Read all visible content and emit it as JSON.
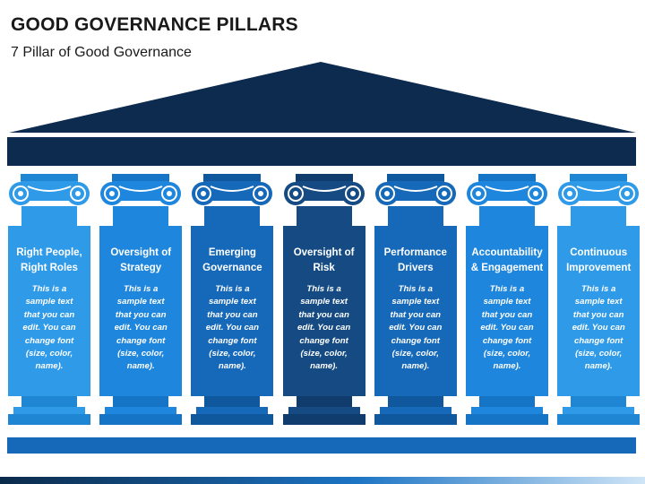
{
  "header": {
    "title": "GOOD GOVERNANCE PILLARS",
    "subtitle": "7 Pillar of Good Governance"
  },
  "colors": {
    "roof": "#0d2b4e",
    "floor": "#1668b8",
    "text_dark": "#1a1a1a"
  },
  "pillars": [
    {
      "title": "Right People, Right Roles",
      "text": "This is a sample text that you can edit. You can change font (size, color, name).",
      "color": "#2f9ae8",
      "color_dark": "#1f86d4"
    },
    {
      "title": "Oversight of Strategy",
      "text": "This is a sample text that you can edit. You can change font (size, color, name).",
      "color": "#1e86dc",
      "color_dark": "#1674c6"
    },
    {
      "title": "Emerging Governance",
      "text": "This is a sample text that you can edit. You can change font (size, color, name).",
      "color": "#1668b8",
      "color_dark": "#10589e"
    },
    {
      "title": "Oversight of Risk",
      "text": "This is a sample text that you can edit. You can change font (size, color, name).",
      "color": "#154b82",
      "color_dark": "#0f3c6c"
    },
    {
      "title": "Performance Drivers",
      "text": "This is a sample text that you can edit. You can change font (size, color, name).",
      "color": "#1668b8",
      "color_dark": "#10589e"
    },
    {
      "title": "Accountability & Engagement",
      "text": "This is a sample text that you can edit. You can change font (size, color, name).",
      "color": "#1e86dc",
      "color_dark": "#1674c6"
    },
    {
      "title": "Continuous Improvement",
      "text": "This is a sample text that you can edit. You can change font (size, color, name).",
      "color": "#2f9ae8",
      "color_dark": "#1f86d4"
    }
  ]
}
